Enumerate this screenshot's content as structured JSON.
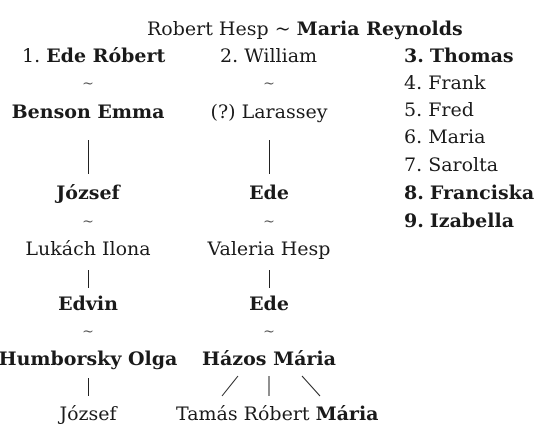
{
  "root": {
    "husband": "Robert Hesp",
    "sep": "~",
    "wife": "Maria Reynolds"
  },
  "col1": {
    "num": "1.",
    "child": "Ede Róbert",
    "t1": "~",
    "spouse": "Benson Emma",
    "g2": "József",
    "t2": "~",
    "g2_spouse": "Lukách Ilona",
    "g3": "Edvin",
    "t3": "~",
    "g3_spouse": "Humborsky Olga",
    "g4": "József"
  },
  "col2": {
    "num": "2.",
    "child": "William",
    "t1": "~",
    "spouse": "(?) Larassey",
    "g2": "Ede",
    "t2": "~",
    "g2_spouse": "Valeria Hesp",
    "g3": "Ede",
    "t3": "~",
    "g3_spouse": "Házos Mária",
    "children": [
      "Tamás",
      "Róbert",
      "Mária"
    ]
  },
  "siblings": [
    {
      "num": "3.",
      "name": "Thomas",
      "bold": true
    },
    {
      "num": "4.",
      "name": "Frank",
      "bold": false
    },
    {
      "num": "5.",
      "name": "Fred",
      "bold": false
    },
    {
      "num": "6.",
      "name": "Maria",
      "bold": false
    },
    {
      "num": "7.",
      "name": "Sarolta",
      "bold": false
    },
    {
      "num": "8.",
      "name": "Franciska",
      "bold": true
    },
    {
      "num": "9.",
      "name": "Izabella",
      "bold": true
    }
  ]
}
